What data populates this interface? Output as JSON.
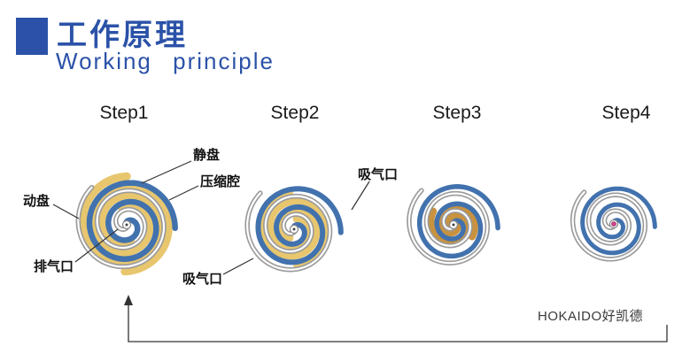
{
  "header": {
    "title_cn": "工作原理",
    "title_en": "Working principle"
  },
  "steps": [
    {
      "label": "Step1"
    },
    {
      "label": "Step2"
    },
    {
      "label": "Step3"
    },
    {
      "label": "Step4"
    }
  ],
  "annotations": {
    "static_disc": "静盘",
    "compression_chamber": "压缩腔",
    "moving_disc": "动盘",
    "exhaust_port": "排气口",
    "suction_port_bottom": "吸气口",
    "suction_port_top": "吸气口"
  },
  "brand": "HOKAIDO好凯德",
  "colors": {
    "accent_blue": "#2b52a8",
    "scroll_blue": "#4272ae",
    "scroll_gray": "#9b9b9b",
    "chamber_yellow": "#e7c66e",
    "chamber_brown": "#c8923f",
    "center_dot_pink": "#d4428e",
    "line_black": "#333333"
  }
}
